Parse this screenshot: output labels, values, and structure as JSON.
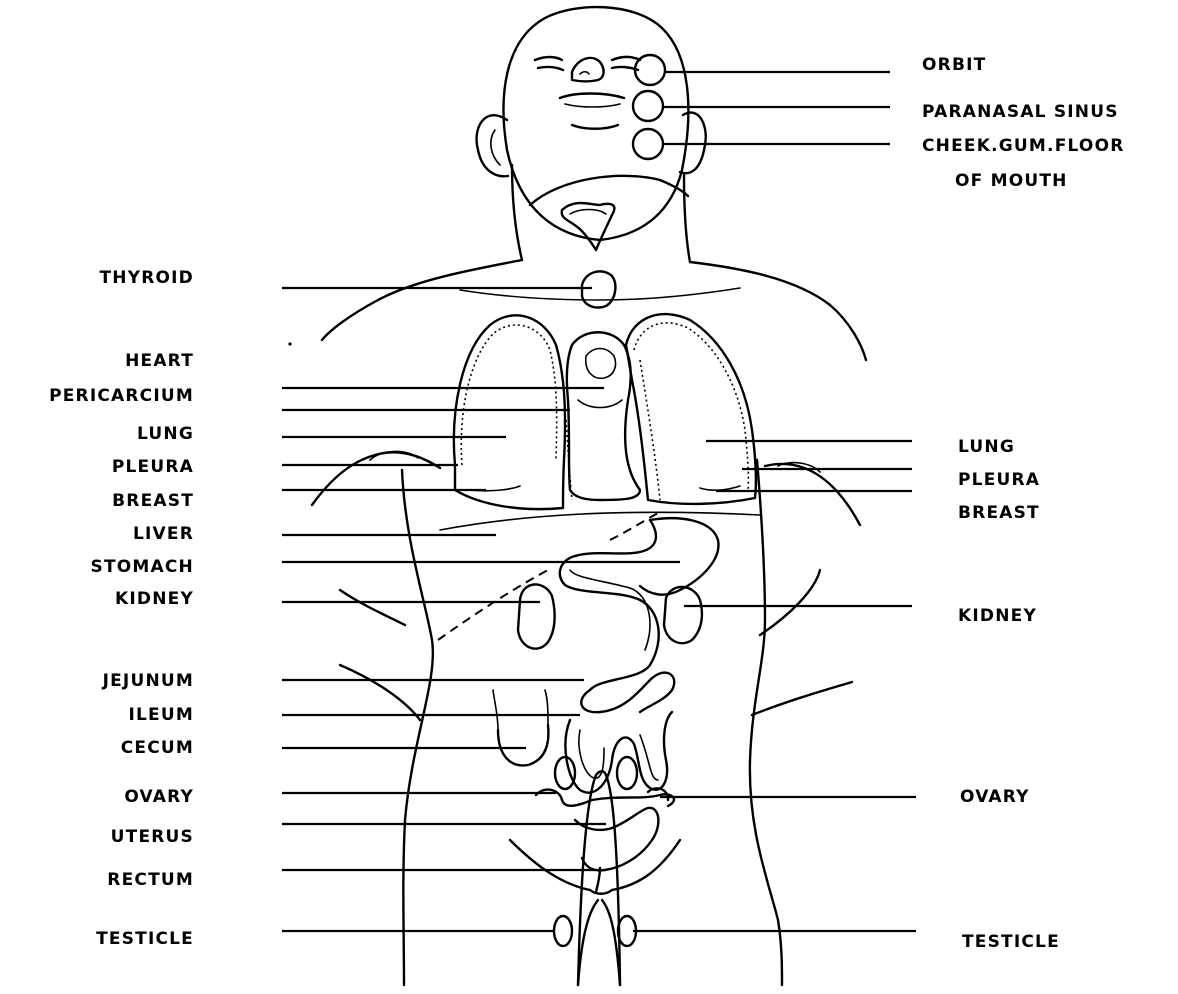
{
  "labels": {
    "orbit": "ORBIT",
    "paranasal_sinus": "PARANASAL SINUS",
    "cheek_line1": "CHEEK.GUM.FLOOR",
    "cheek_line2": "OF MOUTH",
    "thyroid": "THYROID",
    "heart": "HEART",
    "pericarcium": "PERICARCIUM",
    "lung_left": "LUNG",
    "pleura_left": "PLEURA",
    "breast_left": "BREAST",
    "liver": "LIVER",
    "stomach": "STOMACH",
    "kidney_left": "KIDNEY",
    "jejunum": "JEJUNUM",
    "ileum": "ILEUM",
    "cecum": "CECUM",
    "ovary_left": "OVARY",
    "uterus": "UTERUS",
    "rectum": "RECTUM",
    "testicle_left": "TESTICLE",
    "lung_right": "LUNG",
    "pleura_right": "PLEURA",
    "breast_right": "BREAST",
    "kidney_right": "KIDNEY",
    "ovary_right": "OVARY",
    "testicle_right": "TESTICLE"
  }
}
